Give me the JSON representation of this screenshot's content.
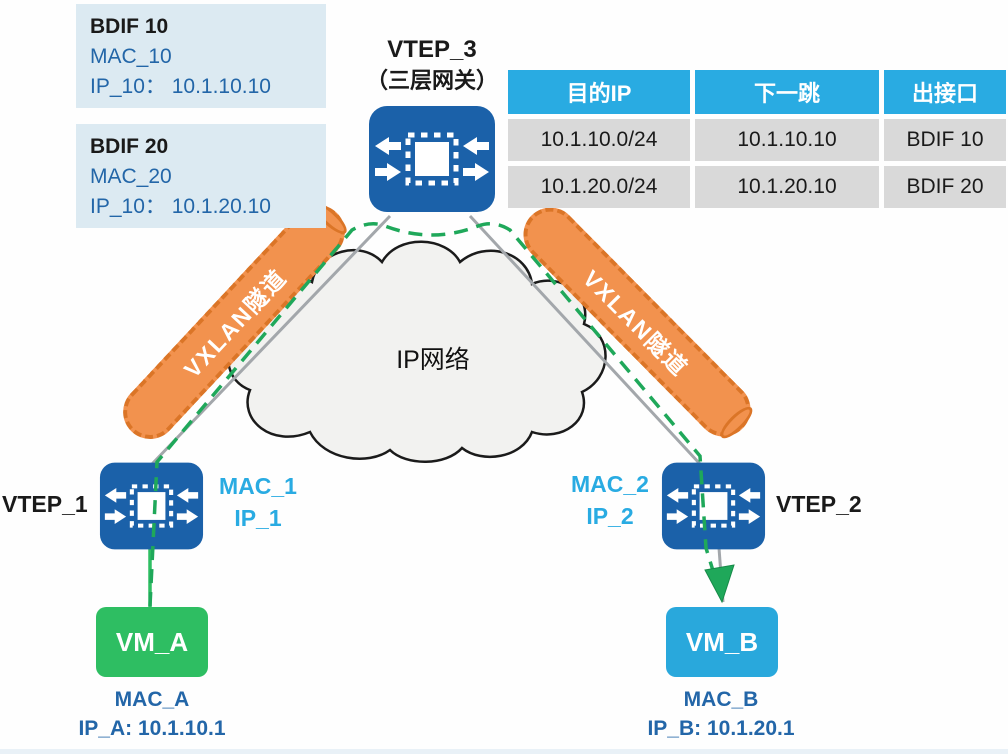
{
  "info_boxes": [
    {
      "title": "BDIF 10",
      "mac": "MAC_10",
      "ip": "IP_10：  10.1.10.10"
    },
    {
      "title": "BDIF 20",
      "mac": "MAC_20",
      "ip": "IP_10：  10.1.20.10"
    }
  ],
  "vtep3": {
    "name": "VTEP_3",
    "subtitle": "（三层网关）"
  },
  "routing_table": {
    "headers": [
      "目的IP",
      "下一跳",
      "出接口"
    ],
    "rows": [
      [
        "10.1.10.0/24",
        "10.1.10.10",
        "BDIF 10"
      ],
      [
        "10.1.20.0/24",
        "10.1.20.10",
        "BDIF 20"
      ]
    ]
  },
  "cloud": {
    "label": "IP网络"
  },
  "tunnels": {
    "left_label": "VXLAN隧道",
    "right_label": "VXLAN隧道"
  },
  "vtep1": {
    "name": "VTEP_1",
    "mac": "MAC_1",
    "ip": "IP_1"
  },
  "vtep2": {
    "name": "VTEP_2",
    "mac": "MAC_2",
    "ip": "IP_2"
  },
  "vm_a": {
    "name": "VM_A",
    "mac": "MAC_A",
    "ip": "IP_A: 10.1.10.1"
  },
  "vm_b": {
    "name": "VM_B",
    "mac": "MAC_B",
    "ip": "IP_B: 10.1.20.1"
  },
  "colors": {
    "router_blue": "#1b61a9",
    "table_header_blue": "#29abe2",
    "table_cell_gray": "#d9d9d9",
    "info_box_bg": "#dceaf2",
    "dark_blue_text": "#2366a8",
    "cyan_text": "#29abe2",
    "vm_a_green": "#2ebe62",
    "vm_b_blue": "#29a8dc",
    "tunnel_orange": "#f2924e",
    "tunnel_border_orange": "#db7527",
    "flow_green": "#1fa85a",
    "link_gray": "#a3a7ab"
  }
}
